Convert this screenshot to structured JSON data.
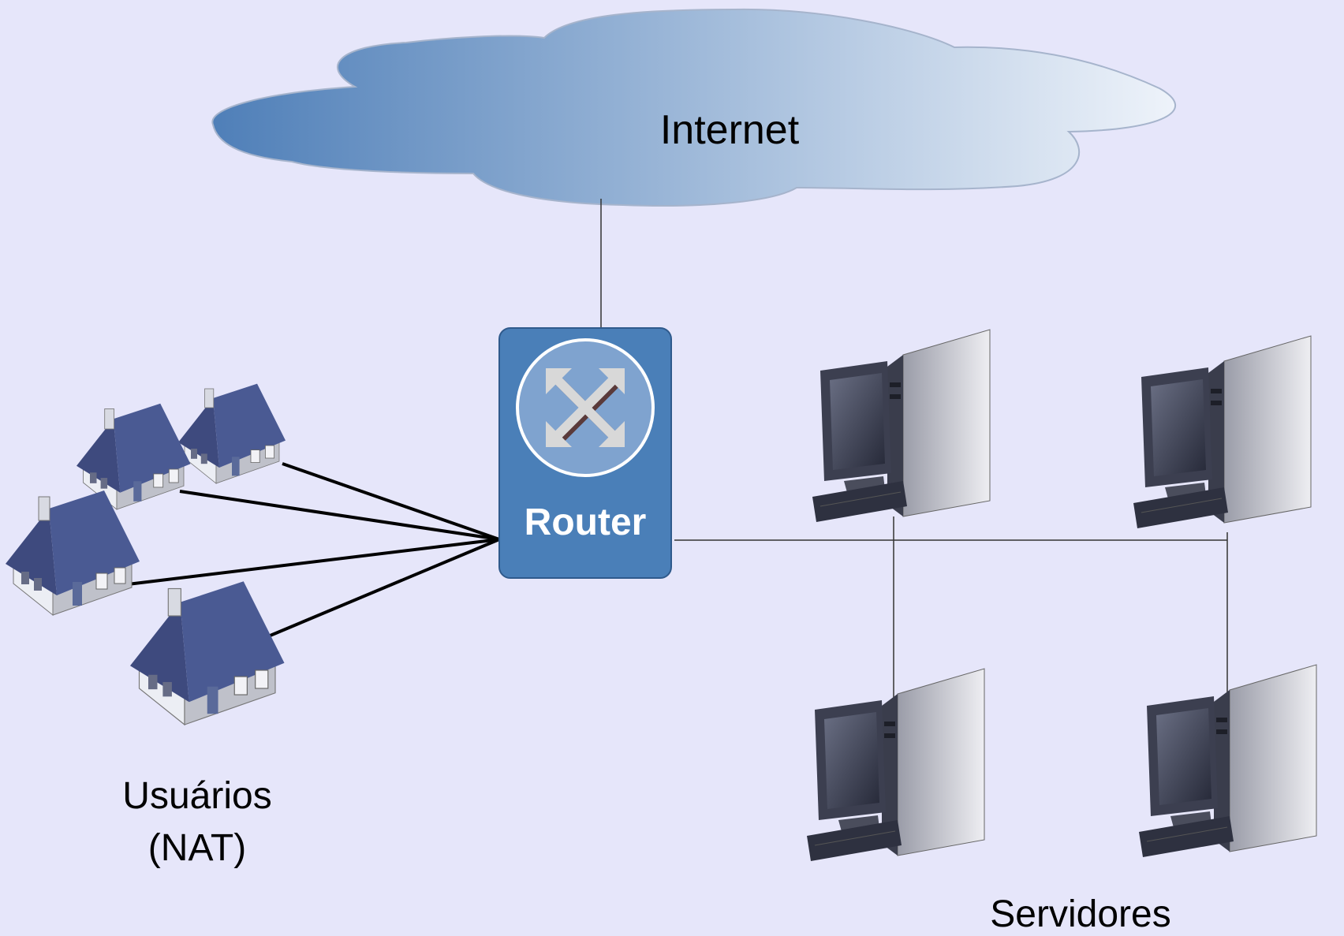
{
  "cloud": {
    "label": "Internet",
    "icon": "cloud-icon"
  },
  "router": {
    "label": "Router",
    "icon": "router-icon",
    "color": "#4a7fb8"
  },
  "users": {
    "label_line1": "Usuários",
    "label_line2": "(NAT)",
    "icon": "house-icon",
    "count": 4
  },
  "servers": {
    "label": "Servidores",
    "icon": "desktop-computer-icon",
    "count": 4
  },
  "colors": {
    "background": "#e6e6fa",
    "cloud_dark": "#4f7fb8",
    "cloud_light": "#eef3fa"
  }
}
